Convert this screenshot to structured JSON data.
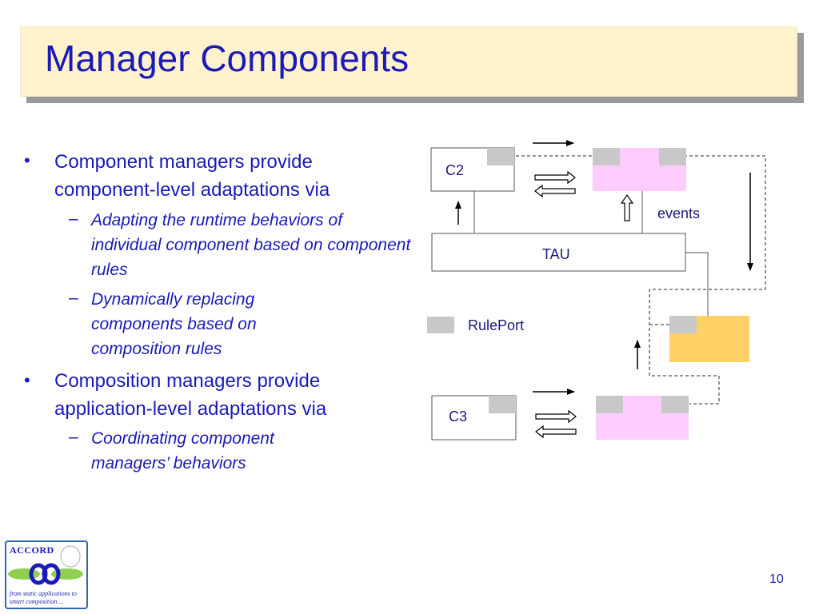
{
  "slide": {
    "title": "Manager Components",
    "page_number": "10"
  },
  "bullets": [
    {
      "text": "Component managers provide component-level adaptations via",
      "sub": [
        "Adapting the runtime behaviors of individual component based on component rules",
        "Dynamically replacing components based on composition rules"
      ]
    },
    {
      "text": "Composition managers provide application-level adaptations via",
      "sub": [
        "Coordinating component managers’ behaviors"
      ]
    }
  ],
  "bullet_markers": {
    "level1": "•",
    "level2": "–"
  },
  "diagram": {
    "c2_label": "C2",
    "c3_label": "C3",
    "tau_label": "TAU",
    "events_label": "events",
    "legend_label": "RulePort"
  },
  "logo": {
    "word": "ACCORD",
    "tagline": "from static applications to smart composition ..."
  },
  "colors": {
    "title_bg": "#fff2cc",
    "text_blue": "#1a1ab8",
    "port_gray": "#c8c8c8",
    "component_pink": "#ffccff",
    "composition_manager_orange": "#ffd166"
  }
}
